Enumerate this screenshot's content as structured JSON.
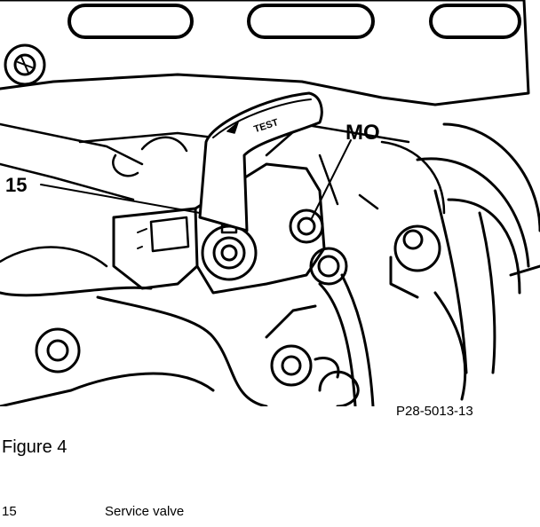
{
  "figure": {
    "illustration_labels": {
      "callout_15": "15",
      "callout_mo": "MO",
      "handle_text": "TEST"
    },
    "reference_code": "P28-5013-13",
    "caption": "Figure 4"
  },
  "legend": [
    {
      "number": "15",
      "description": "Service valve"
    }
  ]
}
